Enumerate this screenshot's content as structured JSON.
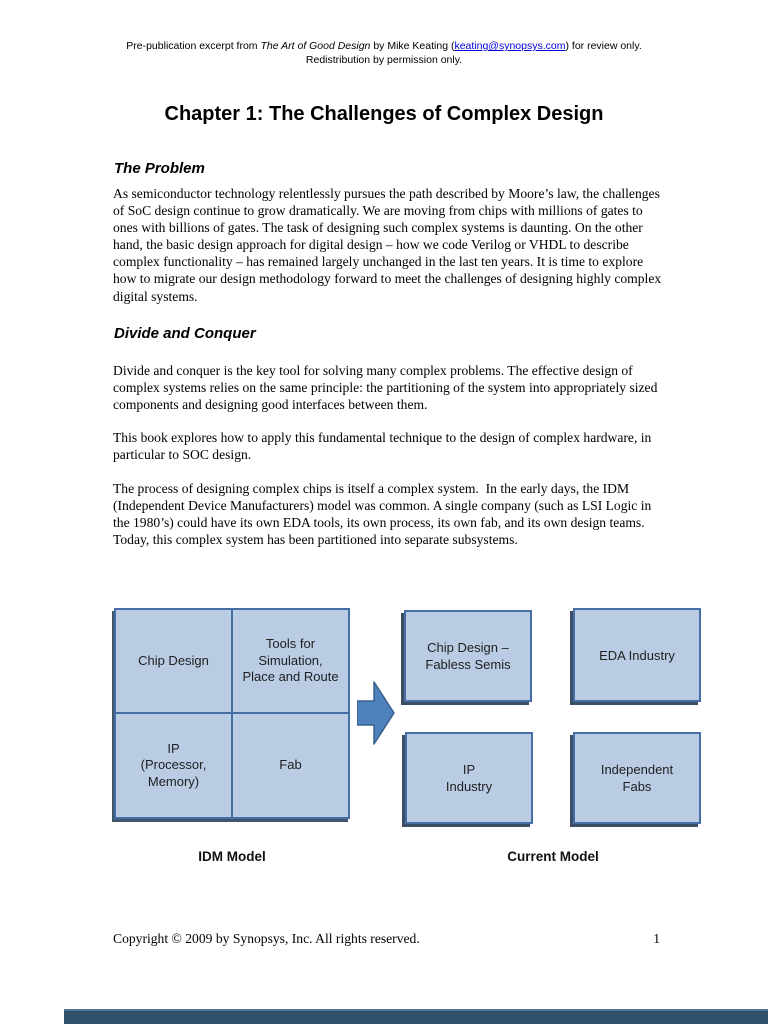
{
  "header": {
    "line1_prefix": "Pre-publication excerpt from ",
    "book_title": "The Art of Good Design",
    "line1_mid": " by Mike Keating (",
    "email_link": "keating@synopsys.com",
    "line1_suffix": ") for review only.",
    "line2": "Redistribution by permission only."
  },
  "title": "Chapter 1: The Challenges of Complex Design",
  "sections": [
    {
      "heading": "The Problem",
      "paragraphs": [
        "As semiconductor technology relentlessly pursues the path described by Moore’s law, the challenges of SoC design continue to grow dramatically. We are moving from chips with millions of gates to ones with billions of gates. The task of designing such complex systems is daunting. On the other hand, the basic design approach for digital design – how we code Verilog or VHDL to describe complex functionality – has remained largely unchanged in the last ten years. It is time to explore how to migrate our design methodology forward to meet the challenges of designing highly complex digital systems."
      ]
    },
    {
      "heading": "Divide and Conquer",
      "paragraphs": [
        "Divide and conquer is the key tool for solving many complex problems. The effective design of complex systems relies on the same principle: the partitioning of the system into appropriately sized components and designing good interfaces between them.",
        "This book explores how to apply this fundamental technique to the design of complex hardware, in particular to SOC design.",
        "The process of designing complex chips is itself a complex system.  In the early days, the IDM (Independent Device Manufacturers) model was common. A single company (such as LSI Logic in the 1980’s) could have its own EDA tools, its own process, its own fab, and its own design teams. Today, this complex system has been partitioned into separate subsystems."
      ]
    }
  ],
  "diagram": {
    "idm": {
      "caption": "IDM Model",
      "cells": [
        "Chip Design",
        "Tools for\nSimulation,\nPlace and Route",
        "IP\n(Processor,\nMemory)",
        "Fab"
      ]
    },
    "current": {
      "caption": "Current Model",
      "boxes": [
        "Chip Design –\nFabless Semis",
        "EDA Industry",
        "IP\nIndustry",
        "Independent\nFabs"
      ]
    },
    "arrow_icon": "right-block-arrow",
    "colors": {
      "box_fill": "#b9cce4",
      "box_border": "#466da5",
      "box_shadow": "#20364d",
      "arrow_fill": "#4f81bd",
      "link_blue": "#0000dd",
      "next_page_edge": "#31516b"
    }
  },
  "footer": {
    "copyright": "Copyright © 2009 by Synopsys, Inc. All rights reserved.",
    "page_number": "1"
  }
}
